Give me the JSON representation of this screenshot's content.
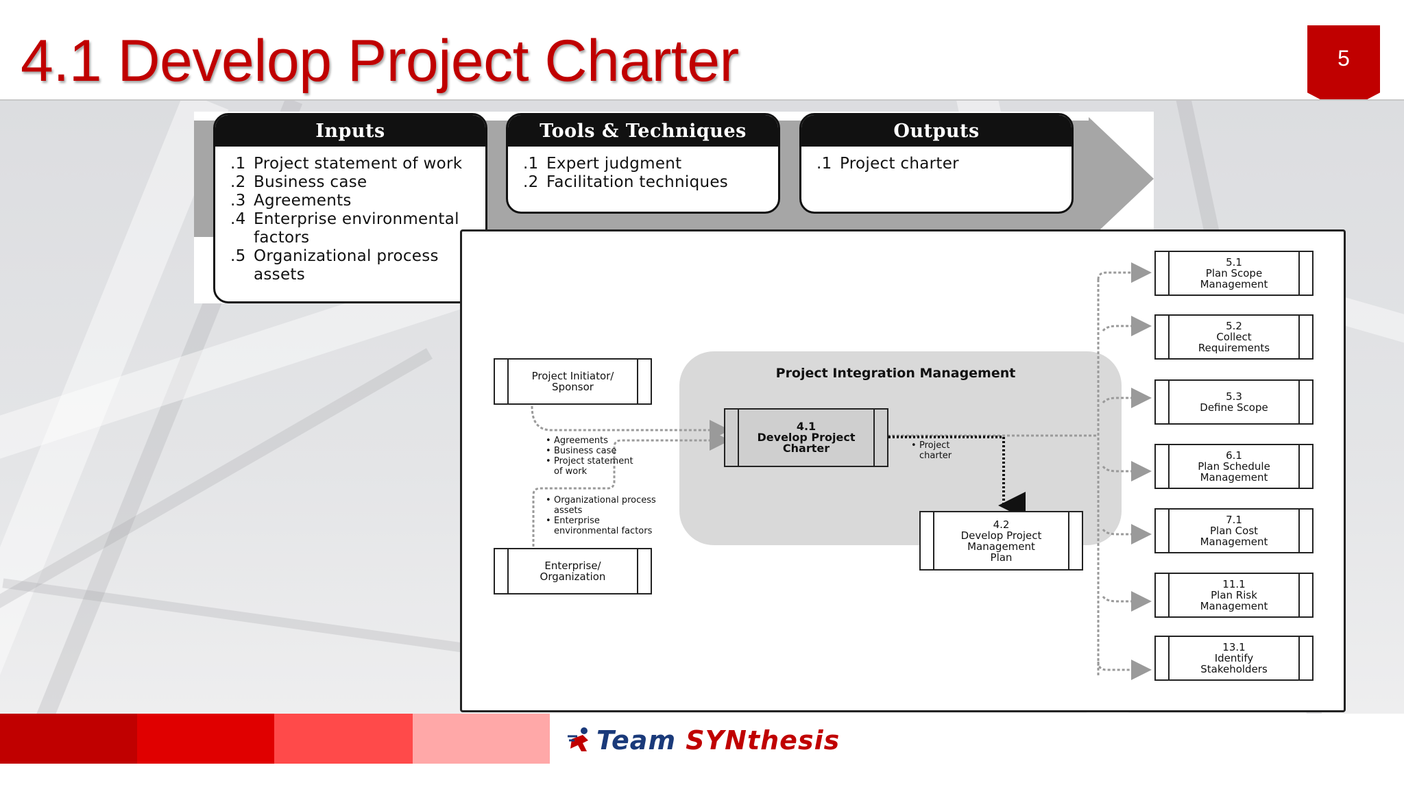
{
  "slide": {
    "title": "4.1 Develop Project Charter",
    "page_number": "5"
  },
  "itto": {
    "inputs": {
      "header": "Inputs",
      "items": [
        {
          "num": ".1",
          "text": "Project statement of work"
        },
        {
          "num": ".2",
          "text": "Business case"
        },
        {
          "num": ".3",
          "text": "Agreements"
        },
        {
          "num": ".4",
          "text": "Enterprise environmental",
          "cont": "factors"
        },
        {
          "num": ".5",
          "text": "Organizational process",
          "cont": "assets"
        }
      ]
    },
    "tools": {
      "header": "Tools & Techniques",
      "items": [
        {
          "num": ".1",
          "text": "Expert judgment"
        },
        {
          "num": ".2",
          "text": "Facilitation techniques"
        }
      ]
    },
    "outputs": {
      "header": "Outputs",
      "items": [
        {
          "num": ".1",
          "text": "Project charter"
        }
      ]
    }
  },
  "flow": {
    "group_title": "Project Integration Management",
    "sponsor": [
      "Project Initiator/",
      "Sponsor"
    ],
    "enterprise": [
      "Enterprise/",
      "Organization"
    ],
    "center": [
      "4.1",
      "Develop Project",
      "Charter"
    ],
    "plan": [
      "4.2",
      "Develop Project",
      "Management",
      "Plan"
    ],
    "sponsor_inputs": [
      {
        "bullet": "•",
        "text": "Agreements"
      },
      {
        "bullet": "•",
        "text": "Business case"
      },
      {
        "bullet": "•",
        "text": "Project statement",
        "cont": "of work"
      }
    ],
    "enterprise_inputs": [
      {
        "bullet": "•",
        "text": "Organizational process",
        "cont": "assets"
      },
      {
        "bullet": "•",
        "text": "Enterprise",
        "cont": "environmental factors"
      }
    ],
    "output_label": {
      "bullet": "•",
      "text": "Project",
      "cont": "charter"
    },
    "targets": [
      [
        "5.1",
        "Plan Scope",
        "Management"
      ],
      [
        "5.2",
        "Collect",
        "Requirements"
      ],
      [
        "5.3",
        "Define Scope"
      ],
      [
        "6.1",
        "Plan Schedule",
        "Management"
      ],
      [
        "7.1",
        "Plan Cost",
        "Management"
      ],
      [
        "11.1",
        "Plan Risk",
        "Management"
      ],
      [
        "13.1",
        "Identify",
        "Stakeholders"
      ]
    ]
  },
  "footer": {
    "logo_word1": "Team",
    "logo_word2": "SYNthesis"
  },
  "colors": {
    "accent": "#c00000",
    "footer_stripes": [
      "#c00000",
      "#e00000",
      "#ff4a4a",
      "#ffa8a8"
    ]
  }
}
